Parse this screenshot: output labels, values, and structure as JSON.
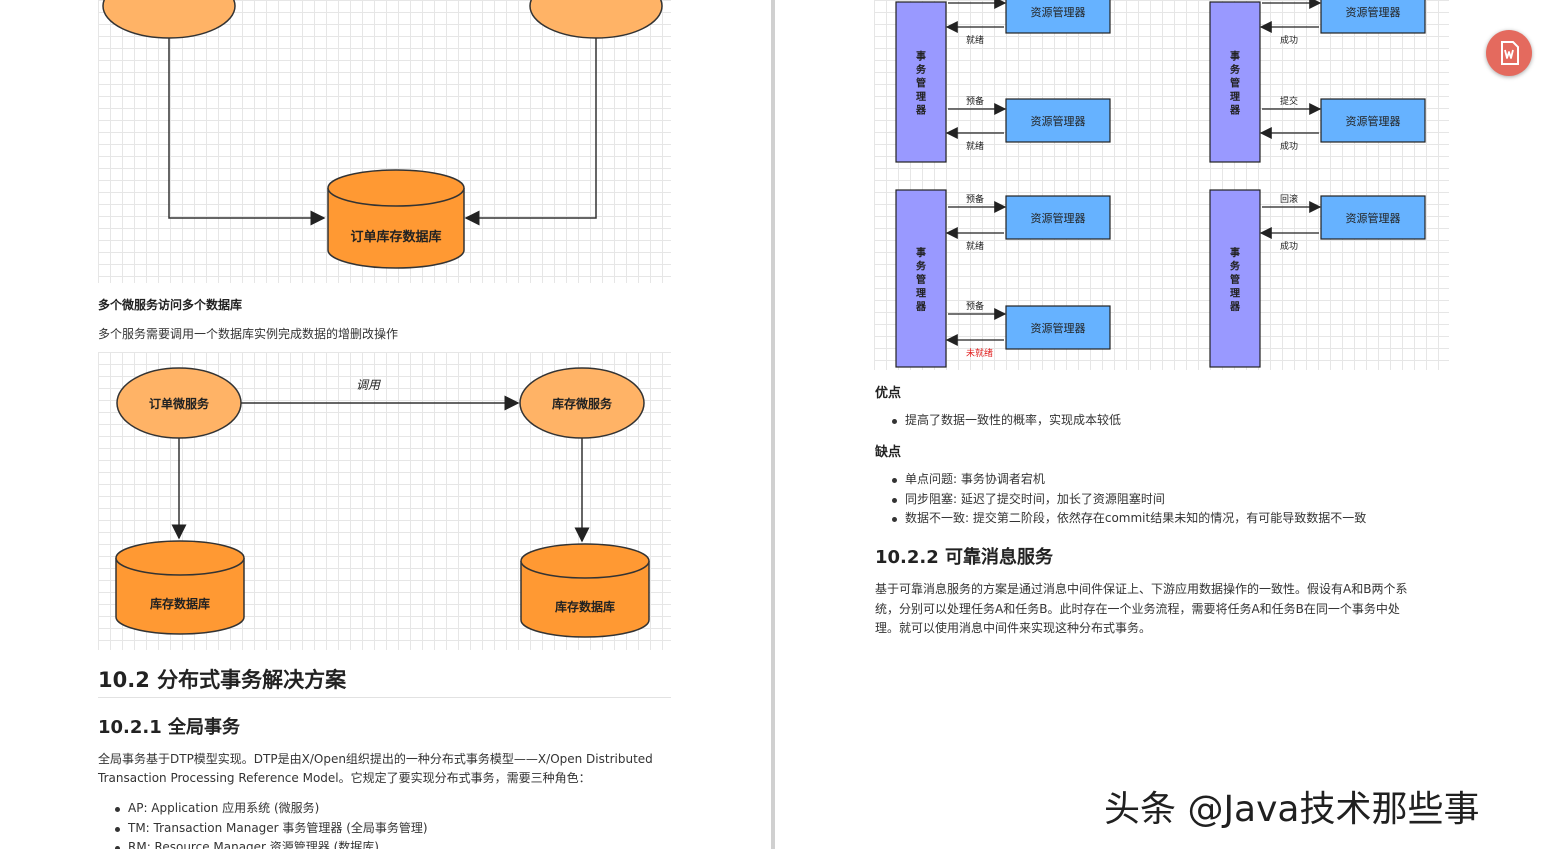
{
  "left": {
    "diagram1": {
      "db_label": "订单库存数据库"
    },
    "section_label": "多个微服务访问多个数据库",
    "section_desc": "多个服务需要调用一个数据库实例完成数据的增删改操作",
    "diagram2": {
      "service_a": "订单微服务",
      "service_b": "库存微服务",
      "edge_label": "调用",
      "db_a": "库存数据库",
      "db_b": "库存数据库"
    },
    "h2": "10.2 分布式事务解决方案",
    "h3": "10.2.1 全局事务",
    "para_line1": "全局事务基于DTP模型实现。DTP是由X/Open组织提出的一种分布式事务模型——X/Open Distributed",
    "para_line2": "Transaction Processing Reference Model。它规定了要实现分布式事务，需要三种角色：",
    "roles": [
      "AP: Application 应用系统 (微服务)",
      "TM: Transaction Manager 事务管理器 (全局事务管理)",
      "RM: Resource Manager 资源管理器 (数据库)"
    ]
  },
  "right": {
    "diagram": {
      "tm_label": "事务管理器",
      "rm_label": "资源管理器",
      "panels": [
        {
          "labels": [
            "就绪",
            "预备",
            "就绪"
          ]
        },
        {
          "labels": [
            "成功",
            "提交",
            "成功"
          ]
        },
        {
          "labels": [
            "预备",
            "就绪",
            "预备",
            "未就绪"
          ]
        },
        {
          "labels": [
            "回滚",
            "成功"
          ]
        }
      ],
      "error_color": "#e02020"
    },
    "pros_title": "优点",
    "pros": [
      "提高了数据一致性的概率，实现成本较低"
    ],
    "cons_title": "缺点",
    "cons": [
      "单点问题: 事务协调者宕机",
      "同步阻塞: 延迟了提交时间，加长了资源阻塞时间",
      "数据不一致: 提交第二阶段，依然存在commit结果未知的情况，有可能导致数据不一致"
    ],
    "h3": "10.2.2 可靠消息服务",
    "para_lines": [
      "基于可靠消息服务的方案是通过消息中间件保证上、下游应用数据操作的一致性。假设有A和B两个系",
      "统，分别可以处理任务A和任务B。此时存在一个业务流程，需要将任务A和任务B在同一个事务中处",
      "理。就可以使用消息中间件来实现这种分布式事务。"
    ]
  },
  "float_icon": "word-export-icon",
  "watermark": "头条 @Java技术那些事",
  "colors": {
    "service_fill": "#ffb366",
    "db_fill": "#ff9933",
    "tm_fill": "#9999ff",
    "rm_fill": "#66b2ff",
    "accent_red": "#e46a5e"
  }
}
